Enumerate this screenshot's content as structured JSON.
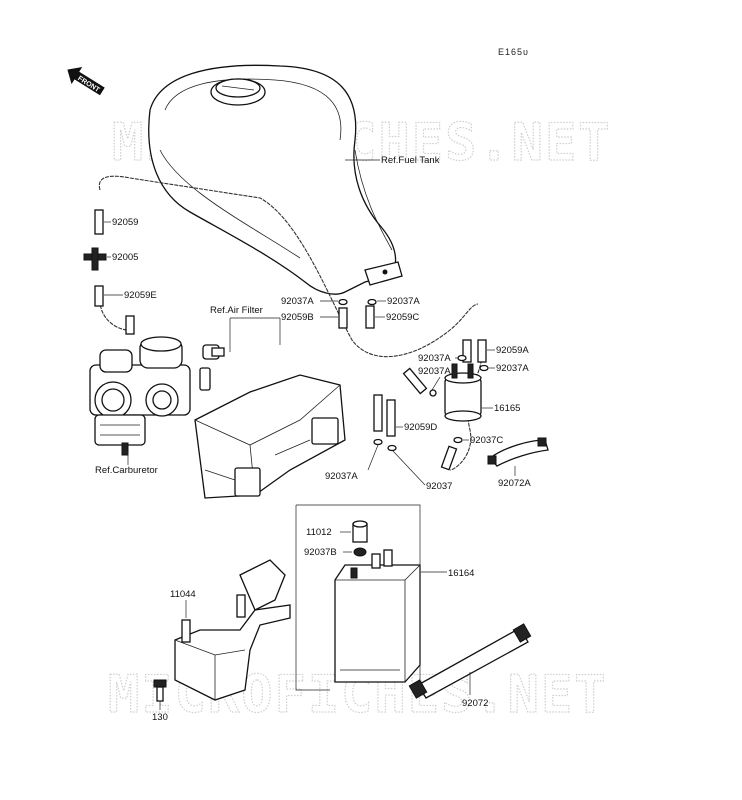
{
  "diagram": {
    "code": "E165υ",
    "front_badge": "FRONT",
    "watermarks": [
      "MICROFICHES.NET",
      "MICROFICHES.NET"
    ],
    "labels": {
      "fuel_tank": "Ref.Fuel Tank",
      "air_filter": "Ref.Air Filter",
      "carburetor": "Ref.Carburetor",
      "p92059": "92059",
      "p92005": "92005",
      "p92059E": "92059E",
      "p92037A_l": "92037A",
      "p92059B": "92059B",
      "p92037A_r": "92037A",
      "p92059C": "92059C",
      "p92059A": "92059A",
      "p92037A_a": "92037A",
      "p92037A_b": "92037A",
      "p92037A_c": "92037A",
      "p16165": "16165",
      "p92059D": "92059D",
      "p92037C": "92037C",
      "p92072A": "92072A",
      "p92037A_d": "92037A",
      "p92037": "92037",
      "p11012": "11012",
      "p92037B": "92037B",
      "p16164": "16164",
      "p11044": "11044",
      "p130": "130",
      "p92072": "92072"
    }
  }
}
